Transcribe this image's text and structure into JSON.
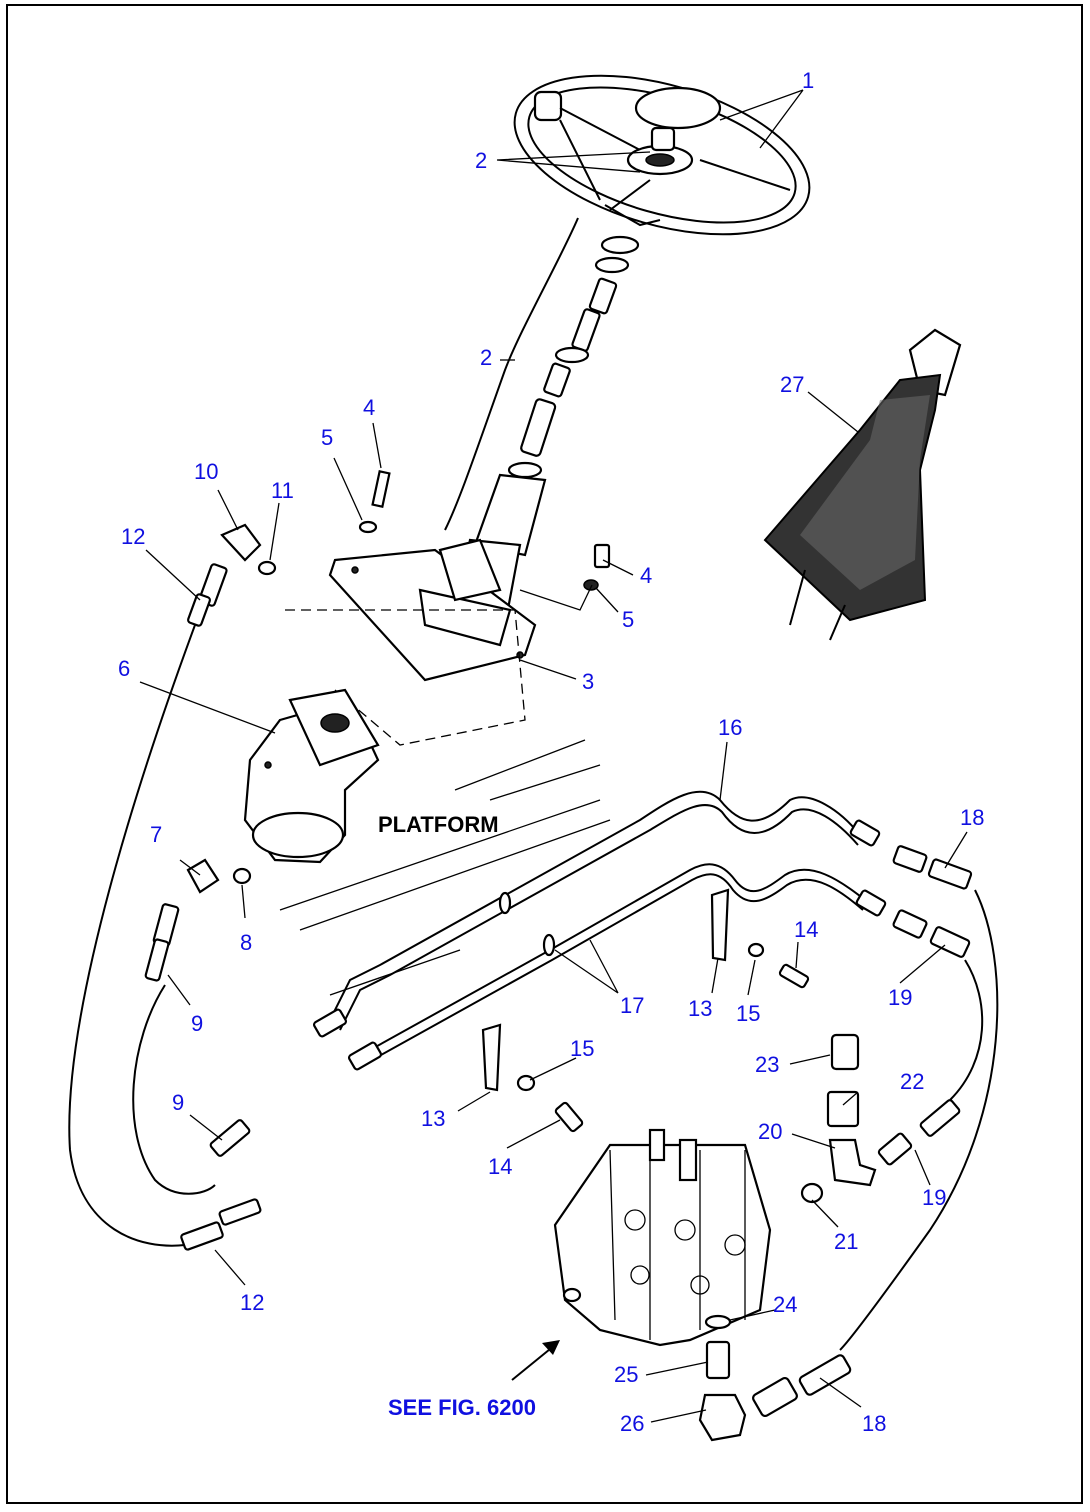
{
  "colors": {
    "callout": "#1010e0",
    "line": "#000000",
    "background": "#ffffff"
  },
  "labels": {
    "platform": "PLATFORM",
    "see_fig": "SEE FIG. 6200"
  },
  "callouts": {
    "c1": "1",
    "c2a": "2",
    "c2b": "2",
    "c3": "3",
    "c4a": "4",
    "c4b": "4",
    "c5a": "5",
    "c5b": "5",
    "c6": "6",
    "c7": "7",
    "c8": "8",
    "c9a": "9",
    "c9b": "9",
    "c10": "10",
    "c11": "11",
    "c12a": "12",
    "c12b": "12",
    "c13a": "13",
    "c13b": "13",
    "c14a": "14",
    "c14b": "14",
    "c15a": "15",
    "c15b": "15",
    "c16": "16",
    "c17": "17",
    "c18a": "18",
    "c18b": "18",
    "c19a": "19",
    "c19b": "19",
    "c20": "20",
    "c21": "21",
    "c22": "22",
    "c23": "23",
    "c24": "24",
    "c25": "25",
    "c26": "26",
    "c27": "27"
  }
}
